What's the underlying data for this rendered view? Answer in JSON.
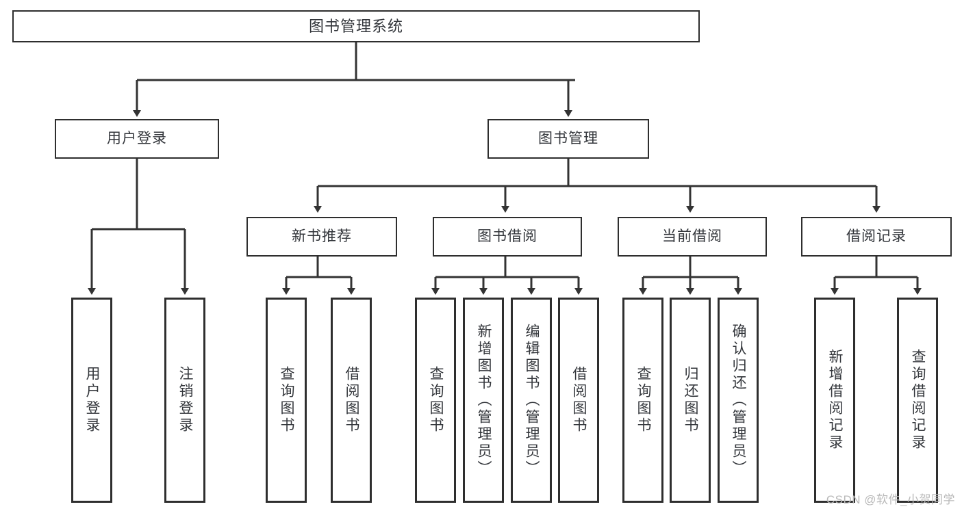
{
  "diagram": {
    "type": "tree-hierarchy",
    "title": "图书管理系统",
    "watermark": "CSDN @软件_小贺同学",
    "colors": {
      "box_border": "#2e2e2e",
      "box_fill": "#ffffff",
      "text": "#33363b",
      "edge": "#333333",
      "watermark": "#b9b9b9",
      "background": "#ffffff"
    },
    "root": {
      "label": "图书管理系统"
    },
    "level2": [
      {
        "label": "用户登录"
      },
      {
        "label": "图书管理"
      }
    ],
    "level3": [
      {
        "label": "新书推荐"
      },
      {
        "label": "图书借阅"
      },
      {
        "label": "当前借阅"
      },
      {
        "label": "借阅记录"
      }
    ],
    "leaves": {
      "user_login": [
        {
          "label": "用户登录"
        },
        {
          "label": "注销登录"
        }
      ],
      "new_book_recommend": [
        {
          "label": "查询图书"
        },
        {
          "label": "借阅图书"
        }
      ],
      "book_borrow": [
        {
          "label": "查询图书"
        },
        {
          "label": "新增图书（管理员）"
        },
        {
          "label": "编辑图书（管理员）"
        },
        {
          "label": "借阅图书"
        }
      ],
      "current_borrow": [
        {
          "label": "查询图书"
        },
        {
          "label": "归还图书"
        },
        {
          "label": "确认归还（管理员）"
        }
      ],
      "borrow_record": [
        {
          "label": "新增借阅记录"
        },
        {
          "label": "查询借阅记录"
        }
      ]
    }
  }
}
